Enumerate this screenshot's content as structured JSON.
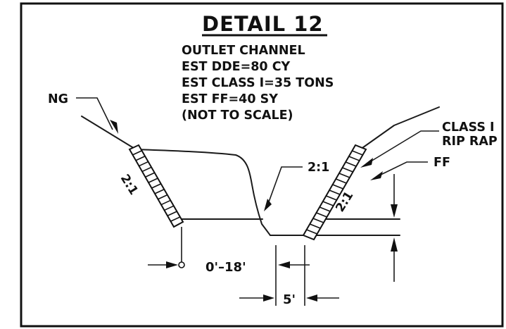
{
  "detail": {
    "title": "DETAIL 12",
    "notes": [
      "OUTLET CHANNEL",
      "EST DDE=80 CY",
      "EST CLASS I=35 TONS",
      "EST FF=40 SY",
      "(NOT TO SCALE)"
    ]
  },
  "labels": {
    "ng": "NG",
    "slope_center": "2:1",
    "class_line1": "CLASS I",
    "class_line2": "RIP RAP",
    "ff": "FF",
    "slope_left": "2:1",
    "slope_right": "2:1",
    "dim_offset": "0'–18'",
    "dim_bottom": "5'"
  }
}
